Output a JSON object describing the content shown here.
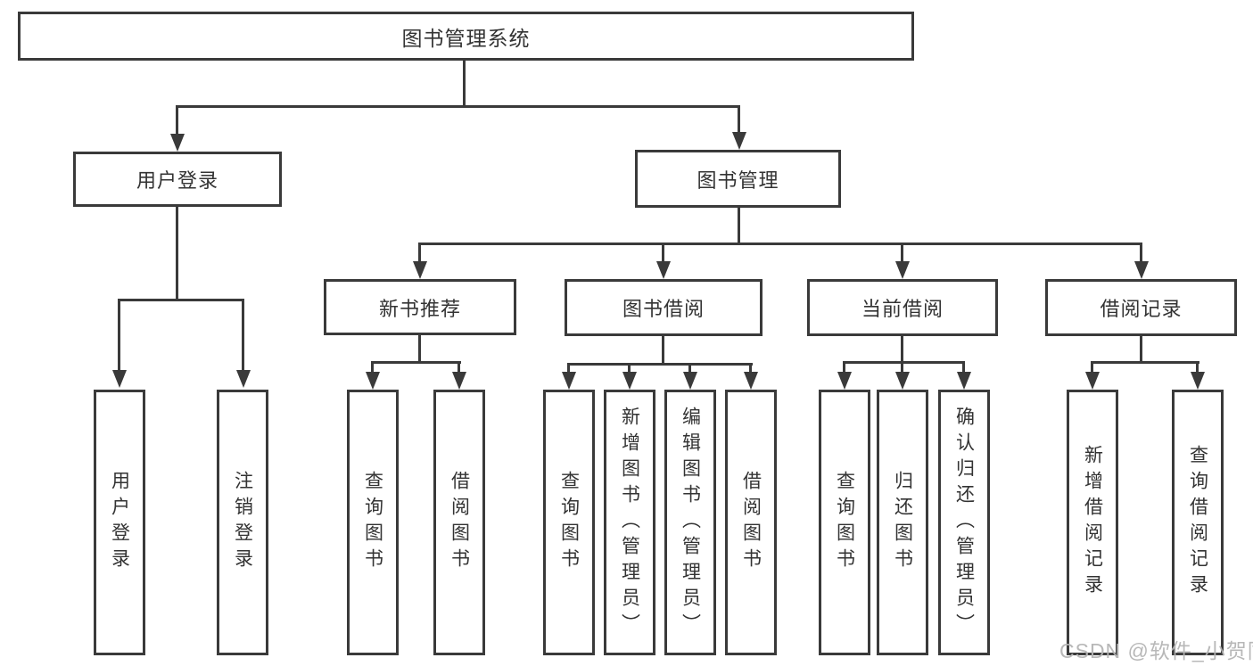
{
  "diagram": {
    "title": "图书管理系统",
    "root": {
      "label": "图书管理系统"
    },
    "level2": [
      {
        "label": "用户登录"
      },
      {
        "label": "图书管理"
      }
    ],
    "level3": [
      {
        "label": "新书推荐"
      },
      {
        "label": "图书借阅"
      },
      {
        "label": "当前借阅"
      },
      {
        "label": "借阅记录"
      }
    ],
    "leaves": {
      "user_login": [
        "用户登录",
        "注销登录"
      ],
      "new_book_rec": [
        "查询图书",
        "借阅图书"
      ],
      "book_borrow": [
        "查询图书",
        "新增图书（管理员）",
        "编辑图书（管理员）",
        "借阅图书"
      ],
      "current_borrow": [
        "查询图书",
        "归还图书",
        "确认归还（管理员）"
      ],
      "borrow_record": [
        "新增借阅记录",
        "查询借阅记录"
      ]
    }
  },
  "watermark": {
    "text": "CSDN @软件_小贺同学"
  },
  "colors": {
    "line": "#3a3a3a",
    "text": "#333333",
    "watermark": "#b4b4b4",
    "background": "#ffffff"
  }
}
